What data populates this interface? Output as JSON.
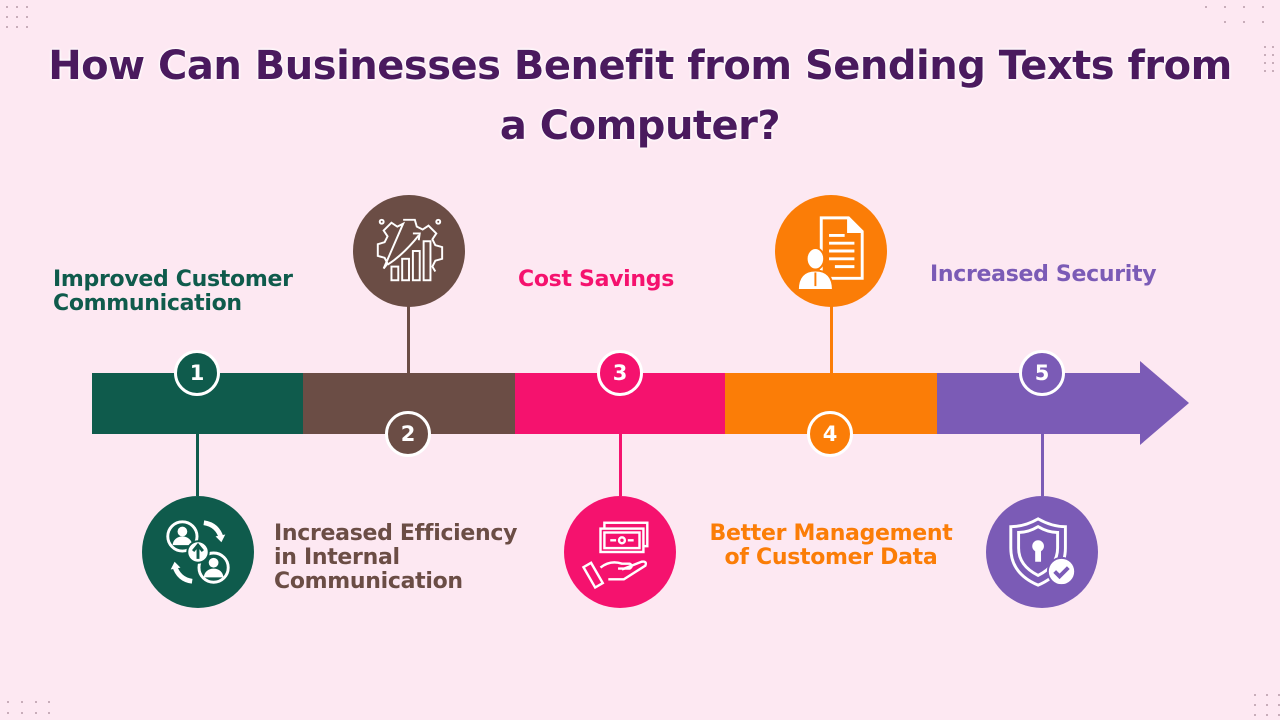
{
  "title": {
    "line1": "How Can Businesses Benefit from Sending Texts from",
    "line2": "a Computer?"
  },
  "colors": {
    "background": "#fde8f2",
    "title": "#4a1a5e",
    "step1": "#0f5b4c",
    "step2": "#6b4d45",
    "step3": "#f5126e",
    "step4": "#fb7d07",
    "step5": "#7b5bb6"
  },
  "steps": [
    {
      "number": "1",
      "label_line1": "Improved Customer",
      "label_line2": "Communication",
      "label_line3": "",
      "icon": "team-sync-icon",
      "color": "#0f5b4c"
    },
    {
      "number": "2",
      "label_line1": "Increased Efficiency",
      "label_line2": "in Internal",
      "label_line3": "Communication",
      "icon": "gear-growth-chart-icon",
      "color": "#6b4d45"
    },
    {
      "number": "3",
      "label_line1": "Cost Savings",
      "label_line2": "",
      "label_line3": "",
      "icon": "money-hand-icon",
      "color": "#f5126e"
    },
    {
      "number": "4",
      "label_line1": "Better Management",
      "label_line2": "of Customer Data",
      "label_line3": "",
      "icon": "customer-document-icon",
      "color": "#fb7d07"
    },
    {
      "number": "5",
      "label_line1": "Increased Security",
      "label_line2": "",
      "label_line3": "",
      "icon": "shield-lock-check-icon",
      "color": "#7b5bb6"
    }
  ]
}
